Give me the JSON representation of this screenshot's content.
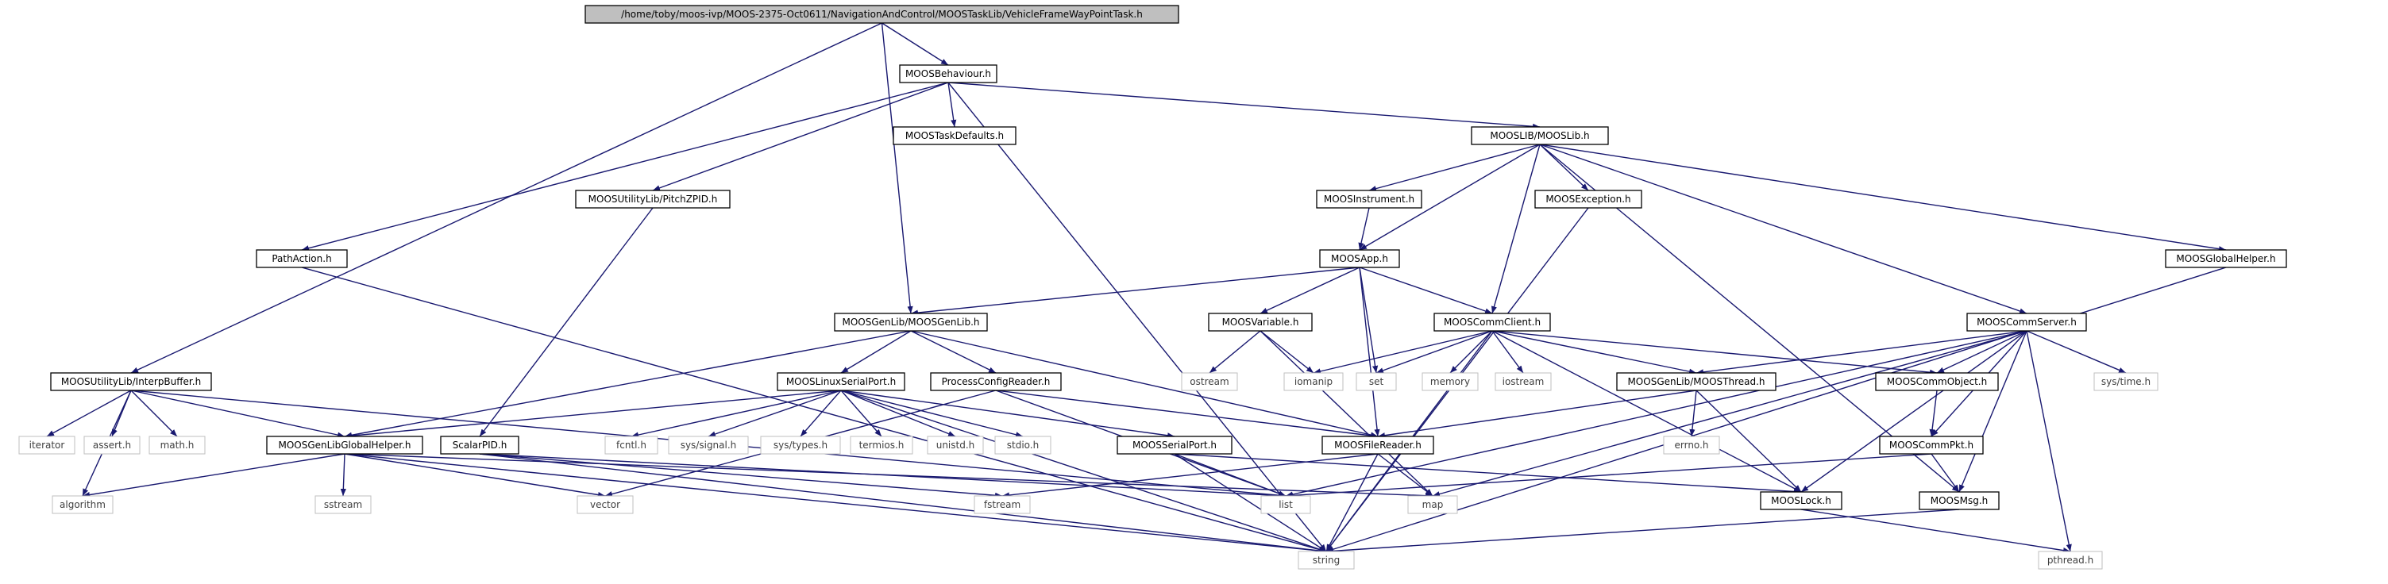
{
  "colors": {
    "edge": "#191970",
    "project_border": "#000000",
    "system_border": "#bfbfbf",
    "root_fill": "#bfbfbf",
    "node_fill": "#ffffff",
    "project_text": "#000000",
    "system_text": "#404040"
  },
  "nodes": [
    {
      "id": "root",
      "label": "/home/toby/moos-ivp/MOOS-2375-Oct0611/NavigationAndControl/MOOSTaskLib/VehicleFrameWayPointTask.h",
      "kind": "root"
    },
    {
      "id": "behaviour",
      "label": "MOOSBehaviour.h",
      "kind": "project"
    },
    {
      "id": "interp",
      "label": "MOOSUtilityLib/InterpBuffer.h",
      "kind": "project"
    },
    {
      "id": "genlib",
      "label": "MOOSGenLib/MOOSGenLib.h",
      "kind": "project"
    },
    {
      "id": "taskdef",
      "label": "MOOSTaskDefaults.h",
      "kind": "project"
    },
    {
      "id": "mooslib",
      "label": "MOOSLIB/MOOSLib.h",
      "kind": "project"
    },
    {
      "id": "pitchzpid",
      "label": "MOOSUtilityLib/PitchZPID.h",
      "kind": "project"
    },
    {
      "id": "pathaction",
      "label": "PathAction.h",
      "kind": "project"
    },
    {
      "id": "instrument",
      "label": "MOOSInstrument.h",
      "kind": "project"
    },
    {
      "id": "exception",
      "label": "MOOSException.h",
      "kind": "project"
    },
    {
      "id": "globalhelper",
      "label": "MOOSGlobalHelper.h",
      "kind": "project"
    },
    {
      "id": "app",
      "label": "MOOSApp.h",
      "kind": "project"
    },
    {
      "id": "variable",
      "label": "MOOSVariable.h",
      "kind": "project"
    },
    {
      "id": "commclient",
      "label": "MOOSCommClient.h",
      "kind": "project"
    },
    {
      "id": "commserver",
      "label": "MOOSCommServer.h",
      "kind": "project"
    },
    {
      "id": "linuxserial",
      "label": "MOOSLinuxSerialPort.h",
      "kind": "project"
    },
    {
      "id": "processcfg",
      "label": "ProcessConfigReader.h",
      "kind": "project"
    },
    {
      "id": "thread",
      "label": "MOOSGenLib/MOOSThread.h",
      "kind": "project"
    },
    {
      "id": "commobject",
      "label": "MOOSCommObject.h",
      "kind": "project"
    },
    {
      "id": "genlibglobal",
      "label": "MOOSGenLibGlobalHelper.h",
      "kind": "project"
    },
    {
      "id": "scalarpid",
      "label": "ScalarPID.h",
      "kind": "project"
    },
    {
      "id": "serialport",
      "label": "MOOSSerialPort.h",
      "kind": "project"
    },
    {
      "id": "filereader",
      "label": "MOOSFileReader.h",
      "kind": "project"
    },
    {
      "id": "commpkt",
      "label": "MOOSCommPkt.h",
      "kind": "project"
    },
    {
      "id": "lock",
      "label": "MOOSLock.h",
      "kind": "project"
    },
    {
      "id": "msg",
      "label": "MOOSMsg.h",
      "kind": "project"
    },
    {
      "id": "iterator",
      "label": "iterator",
      "kind": "system"
    },
    {
      "id": "assert",
      "label": "assert.h",
      "kind": "system"
    },
    {
      "id": "math",
      "label": "math.h",
      "kind": "system"
    },
    {
      "id": "algorithm",
      "label": "algorithm",
      "kind": "system"
    },
    {
      "id": "sstream",
      "label": "sstream",
      "kind": "system"
    },
    {
      "id": "vector",
      "label": "vector",
      "kind": "system"
    },
    {
      "id": "fstream",
      "label": "fstream",
      "kind": "system"
    },
    {
      "id": "list",
      "label": "list",
      "kind": "system"
    },
    {
      "id": "map",
      "label": "map",
      "kind": "system"
    },
    {
      "id": "string",
      "label": "string",
      "kind": "system"
    },
    {
      "id": "fcntl",
      "label": "fcntl.h",
      "kind": "system"
    },
    {
      "id": "signal",
      "label": "sys/signal.h",
      "kind": "system"
    },
    {
      "id": "systypes",
      "label": "sys/types.h",
      "kind": "system"
    },
    {
      "id": "termios",
      "label": "termios.h",
      "kind": "system"
    },
    {
      "id": "unistd",
      "label": "unistd.h",
      "kind": "system"
    },
    {
      "id": "stdio",
      "label": "stdio.h",
      "kind": "system"
    },
    {
      "id": "ostream",
      "label": "ostream",
      "kind": "system"
    },
    {
      "id": "iomanip",
      "label": "iomanip",
      "kind": "system"
    },
    {
      "id": "set",
      "label": "set",
      "kind": "system"
    },
    {
      "id": "memory",
      "label": "memory",
      "kind": "system"
    },
    {
      "id": "iostream",
      "label": "iostream",
      "kind": "system"
    },
    {
      "id": "errno",
      "label": "errno.h",
      "kind": "system"
    },
    {
      "id": "systime",
      "label": "sys/time.h",
      "kind": "system"
    },
    {
      "id": "pthread",
      "label": "pthread.h",
      "kind": "system"
    }
  ],
  "edges": [
    [
      "root",
      "behaviour"
    ],
    [
      "root",
      "interp"
    ],
    [
      "root",
      "genlib"
    ],
    [
      "behaviour",
      "taskdef"
    ],
    [
      "behaviour",
      "mooslib"
    ],
    [
      "behaviour",
      "pitchzpid"
    ],
    [
      "behaviour",
      "pathaction"
    ],
    [
      "behaviour",
      "string"
    ],
    [
      "mooslib",
      "instrument"
    ],
    [
      "mooslib",
      "exception"
    ],
    [
      "mooslib",
      "globalhelper"
    ],
    [
      "mooslib",
      "app"
    ],
    [
      "mooslib",
      "commclient"
    ],
    [
      "mooslib",
      "commserver"
    ],
    [
      "mooslib",
      "msg"
    ],
    [
      "instrument",
      "app"
    ],
    [
      "app",
      "genlib"
    ],
    [
      "app",
      "variable"
    ],
    [
      "app",
      "commclient"
    ],
    [
      "app",
      "set"
    ],
    [
      "app",
      "filereader"
    ],
    [
      "genlib",
      "linuxserial"
    ],
    [
      "genlib",
      "processcfg"
    ],
    [
      "genlib",
      "genlibglobal"
    ],
    [
      "genlib",
      "filereader"
    ],
    [
      "interp",
      "iterator"
    ],
    [
      "interp",
      "assert"
    ],
    [
      "interp",
      "math"
    ],
    [
      "interp",
      "algorithm"
    ],
    [
      "interp",
      "genlibglobal"
    ],
    [
      "interp",
      "list"
    ],
    [
      "pitchzpid",
      "scalarpid"
    ],
    [
      "pathaction",
      "string"
    ],
    [
      "exception",
      "string"
    ],
    [
      "globalhelper",
      "string"
    ],
    [
      "variable",
      "ostream"
    ],
    [
      "variable",
      "iomanip"
    ],
    [
      "variable",
      "map"
    ],
    [
      "commclient",
      "iomanip"
    ],
    [
      "commclient",
      "set"
    ],
    [
      "commclient",
      "memory"
    ],
    [
      "commclient",
      "iostream"
    ],
    [
      "commclient",
      "thread"
    ],
    [
      "commclient",
      "commobject"
    ],
    [
      "commclient",
      "lock"
    ],
    [
      "commclient",
      "string"
    ],
    [
      "commserver",
      "thread"
    ],
    [
      "commserver",
      "commobject"
    ],
    [
      "commserver",
      "commpkt"
    ],
    [
      "commserver",
      "systime"
    ],
    [
      "commserver",
      "lock"
    ],
    [
      "commserver",
      "msg"
    ],
    [
      "commserver",
      "list"
    ],
    [
      "commserver",
      "map"
    ],
    [
      "commserver",
      "pthread"
    ],
    [
      "linuxserial",
      "fcntl"
    ],
    [
      "linuxserial",
      "signal"
    ],
    [
      "linuxserial",
      "systypes"
    ],
    [
      "linuxserial",
      "termios"
    ],
    [
      "linuxserial",
      "unistd"
    ],
    [
      "linuxserial",
      "stdio"
    ],
    [
      "linuxserial",
      "serialport"
    ],
    [
      "linuxserial",
      "genlibglobal"
    ],
    [
      "linuxserial",
      "string"
    ],
    [
      "processcfg",
      "filereader"
    ],
    [
      "processcfg",
      "vector"
    ],
    [
      "processcfg",
      "list"
    ],
    [
      "thread",
      "errno"
    ],
    [
      "thread",
      "lock"
    ],
    [
      "thread",
      "filereader"
    ],
    [
      "commobject",
      "commpkt"
    ],
    [
      "genlibglobal",
      "sstream"
    ],
    [
      "genlibglobal",
      "vector"
    ],
    [
      "genlibglobal",
      "algorithm"
    ],
    [
      "genlibglobal",
      "string"
    ],
    [
      "genlibglobal",
      "map"
    ],
    [
      "scalarpid",
      "fstream"
    ],
    [
      "scalarpid",
      "list"
    ],
    [
      "scalarpid",
      "string"
    ],
    [
      "serialport",
      "list"
    ],
    [
      "serialport",
      "lock"
    ],
    [
      "serialport",
      "string"
    ],
    [
      "filereader",
      "fstream"
    ],
    [
      "filereader",
      "map"
    ],
    [
      "filereader",
      "string"
    ],
    [
      "commpkt",
      "msg"
    ],
    [
      "commpkt",
      "list"
    ],
    [
      "lock",
      "pthread"
    ],
    [
      "msg",
      "string"
    ]
  ]
}
